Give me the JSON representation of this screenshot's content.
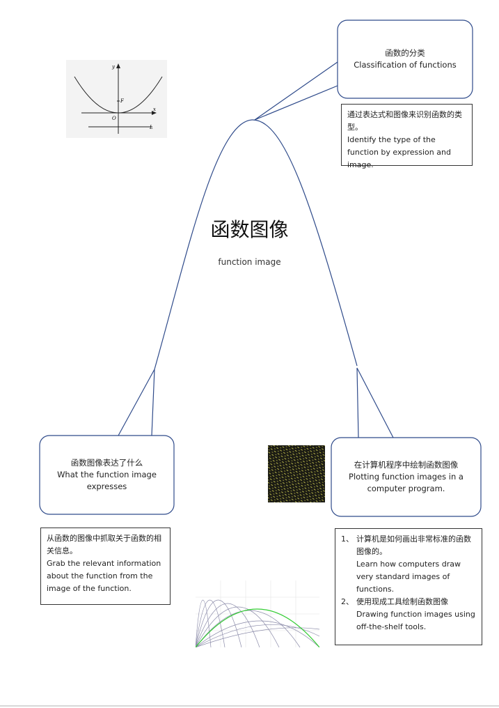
{
  "center": {
    "title": "函数图像",
    "subtitle": "function image"
  },
  "top_right": {
    "bubble": [
      "函数的分类",
      "Classification of functions"
    ],
    "box": [
      "通过表达式和图像来识别函数的类型。",
      "Identify the type of the function by expression and image."
    ]
  },
  "bottom_left": {
    "bubble": [
      "函数图像表达了什么",
      "What the function image expresses"
    ],
    "box": [
      "从函数的图像中抓取关于函数的相关信息。",
      "Grab the relevant information about the function from the image of the function."
    ]
  },
  "bottom_right": {
    "bubble": [
      "在计算机程序中绘制函数图像",
      "Plotting function images in a computer program."
    ],
    "steps": [
      {
        "num": "1、",
        "zh": "计算机是如何画出非常标准的函数图像的。",
        "en": "Learn how computers draw very standard images of functions."
      },
      {
        "num": "2、",
        "zh": "使用现成工具绘制函数图像",
        "en": "Drawing function images using off-the-shelf tools."
      }
    ]
  },
  "parabola_figure": {
    "labels": {
      "y": "y",
      "x": "x",
      "o": "O",
      "f": "F",
      "l": "L"
    }
  },
  "colors": {
    "outline": "#2e4a8a",
    "curve_green": "#33cc33",
    "curve_gray": "#8a8aa8"
  }
}
